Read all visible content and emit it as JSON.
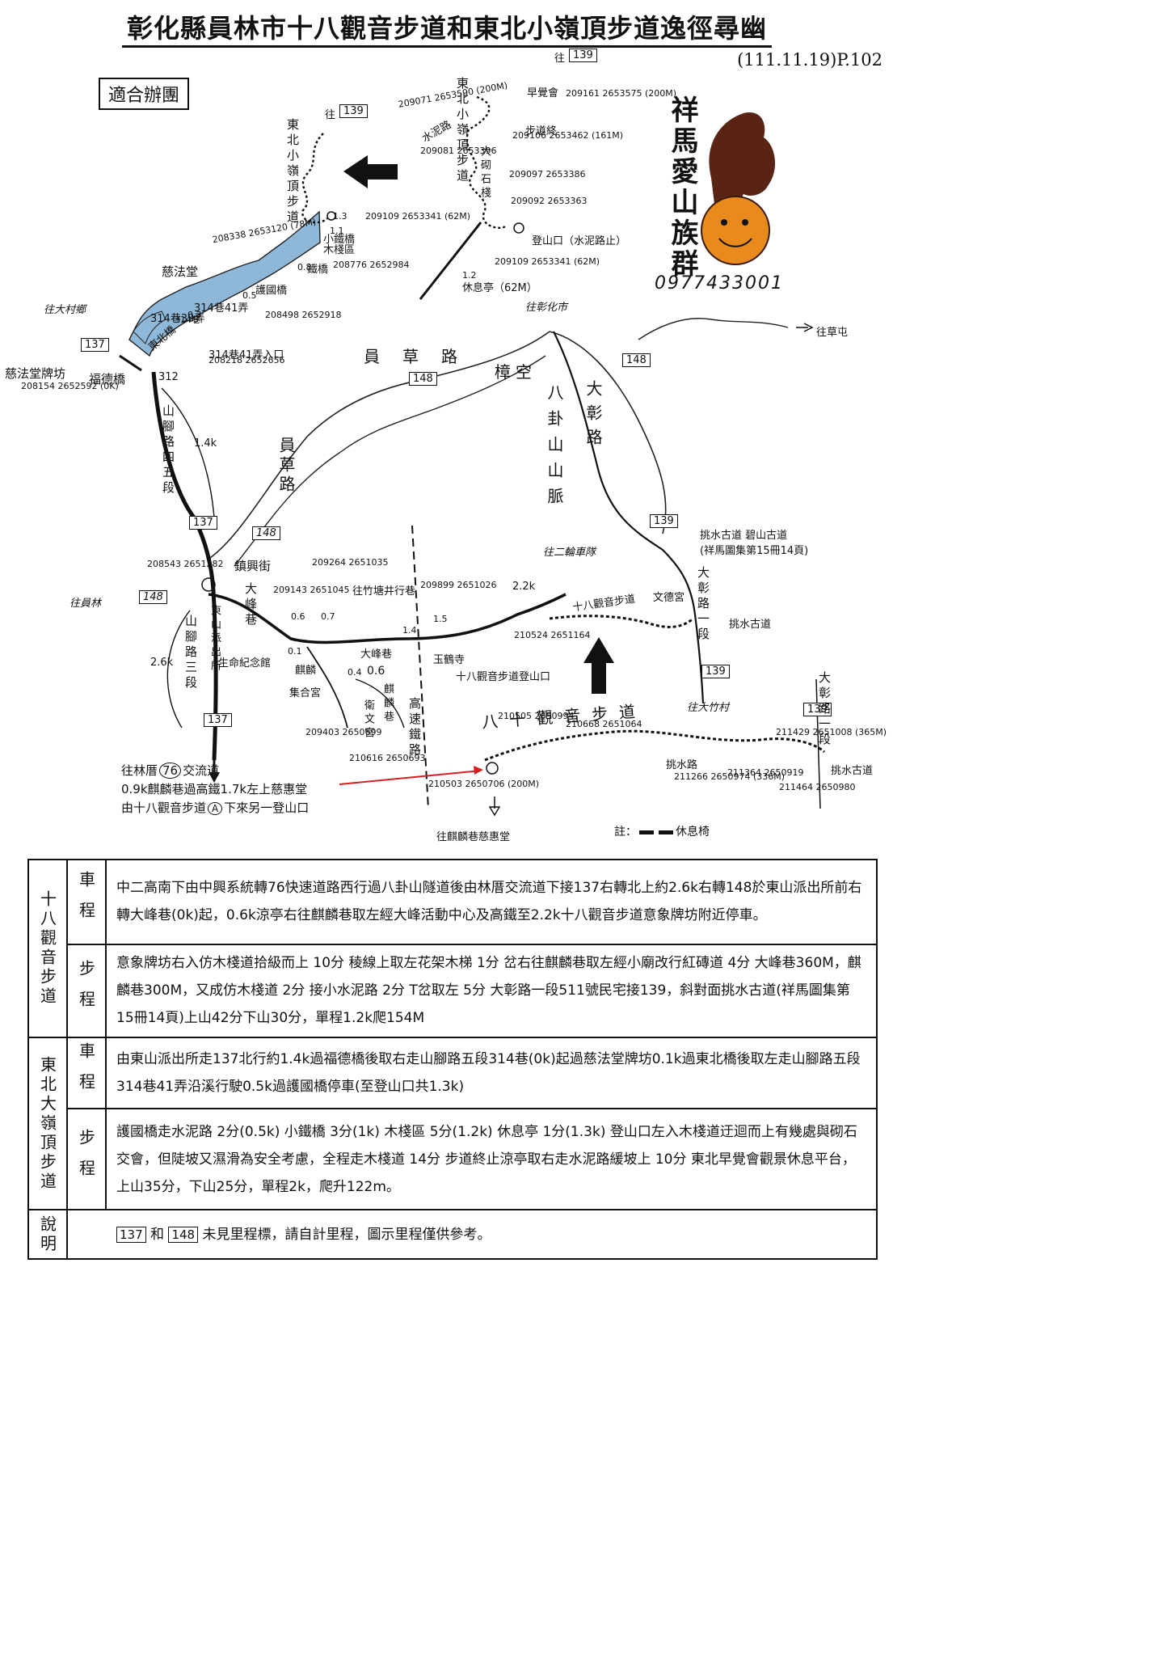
{
  "title": "彰化縣員林市十八觀音步道和東北小嶺頂步道逸徑尋幽",
  "date_page": "(111.11.19)P.102",
  "suitable_tag": "適合辦團",
  "logo": {
    "text": "祥馬愛山族群",
    "phone": "0977433001"
  },
  "roads": {
    "r137": "137",
    "r139": "139",
    "r148": "148",
    "r76": "76"
  },
  "labels": {
    "to_139_a": "往",
    "to_139_b": "往",
    "dongbei_trail_v": "東北小嶺頂步道",
    "dongbei_trail_v2": "東北小嶺頂步道",
    "ciFa": "慈法堂",
    "ciFa_arch": "慈法堂牌坊",
    "fude_bridge": "福德橋",
    "huguo_bridge": "護國橋",
    "dongbei_bridge": "東北橋",
    "to_dacun": "往大村鄉",
    "to_yuanlin": "往員林",
    "to_changhua": "往彰化市",
    "to_caotun": "往草屯",
    "to_dazhu": "往大竹村",
    "to_erlun": "往二輪車隊",
    "to_qilin": "往麒麟巷慈惠堂",
    "yuancao_rd": "員　草　路",
    "yuancao_rd2": "員草路",
    "zhangkong": "樟空",
    "bagua_mtn": "八卦山山脈",
    "dazhang_rd": "大彰路",
    "dazhang_rd1": "大彰路一段",
    "dazhang_rd2": "大彰路一段",
    "shanjiao_5": "山腳路四五段",
    "shanjiao_3": "山腳路三段",
    "zhen_xing": "鎮興街",
    "dong_police": "東山派出所",
    "da_feng": "大峰巷",
    "dafeng_lane": "大峰巷",
    "life_hall": "生命紀念館",
    "jihe_temple": "集合宮",
    "qilin": "麒麟",
    "qilin_lane": "麒麟巷",
    "weiwen": "衛文宮",
    "hsr": "高速鐵路",
    "yuhe_temple": "玉鶴寺",
    "wende_temple": "文德宮",
    "tiaoshui": "挑水古道",
    "tiaoshui2": "挑水古道",
    "tiaoshui_bishan": "挑水古道 碧山古道",
    "xiangma_ref": "(祥馬圖集第15冊14頁)",
    "eighteen_trail": "十八觀音步道",
    "eighteen_trail_big": "八十觀音步道",
    "trailhead_18": "十八觀音步道登山口",
    "trailhead_water": "登山口（水泥路止）",
    "rest_pavilion": "休息亭（62M）",
    "zaojue_hui": "早覺會",
    "trail_end": "步道終",
    "cement_road": "水泥路",
    "big_stone": "大砌石棧",
    "small_iron": "小鐵橋",
    "wood_area": "木棧區",
    "iron_bridge": "鐵橋",
    "pickup": "挑水路",
    "legend_note": "註：",
    "legend_rest": "休息椅",
    "km_1_4": "1.4k",
    "km_2_6": "2.6k",
    "km_2_2": "2.2k",
    "km_312": "312",
    "km_0_5": "0.5",
    "km_0_6": "0.6",
    "km_0_7": "0.7",
    "km_0_1": "0.1",
    "km_0_4": "0.4",
    "km_0_6b": "0.6",
    "km_1_4b": "1.4",
    "km_1_5": "1.5",
    "km_0_8": "0.8",
    "km_1_3": "1.3",
    "km_1_1": "1.1",
    "km_1_2": "1.2",
    "km_0_3": "0.3",
    "lane_314_39": "314巷39弄",
    "lane_314_41": "314巷41弄",
    "lane_314_in": "314巷41弄入口",
    "sv_314": "314巷",
    "xiangxin": "往竹塘井行巷",
    "r76_text1": "往林厝",
    "r76_text2": "交流道",
    "red_note_1": "0.9k麒麟巷過高鐵1.7k左上慈惠堂",
    "red_note_2a": "由十八觀音步道",
    "red_note_2b": "下來另一登山口",
    "circle_a": "A"
  },
  "coords": [
    "209071 2653590 (200M)",
    "209161 2653575 (200M)",
    "209106 2653462 (161M)",
    "209081 2653396",
    "209097 2653386",
    "209092 2653363",
    "209109 2653341 (62M)",
    "208338 2653120 (78M)",
    "209109 2653341 (62M)",
    "208776 2652984",
    "208498 2652918",
    "208218 2652656",
    "208154 2652592 (0K)",
    "208543 2651282",
    "209143 2651045",
    "209264 2651035",
    "209899 2651026",
    "210524 2651164",
    "210505 2650994",
    "210668 2651064",
    "209403 2650699",
    "210616 2650693",
    "210503 2650706 (200M)",
    "211429 2651008 (365M)",
    "211266 2650974 (336M)",
    "211364 2650919",
    "211464 2650980"
  ],
  "table": {
    "sec1_label": "十八觀音步道",
    "sec2_label": "東北大嶺頂步道",
    "note_label": "說明",
    "car_label": "車程",
    "walk_label": "步程",
    "sec1_car": "中二高南下由中興系統轉76快速道路西行過八卦山隧道後由林厝交流道下接137右轉北上約2.6k右轉148於東山派出所前右轉大峰巷(0k)起，0.6k涼亭右往麒麟巷取左經大峰活動中心及高鐵至2.2k十八觀音步道意象牌坊附近停車。",
    "sec1_walk": "意象牌坊右入仿木棧道拾級而上 10分 稜線上取左花架木梯 1分 岔右往麒麟巷取左經小廟改行紅磚道 4分 大峰巷360M，麒麟巷300M，又成仿木棧道 2分 接小水泥路 2分 T岔取左 5分 大彰路一段511號民宅接139，斜對面挑水古道(祥馬圖集第15冊14頁)上山42分下山30分，單程1.2k爬154M",
    "sec2_car": "由東山派出所走137北行約1.4k過福德橋後取右走山腳路五段314巷(0k)起過慈法堂牌坊0.1k過東北橋後取左走山腳路五段314巷41弄沿溪行駛0.5k過護國橋停車(至登山口共1.3k)",
    "sec2_walk": "護國橋走水泥路 2分(0.5k) 小鐵橋 3分(1k) 木棧區 5分(1.2k) 休息亭 1分(1.3k) 登山口左入木棧道迂迴而上有幾處與砌石交會，但陡坡又濕滑為安全考慮，全程走木棧道 14分 步道終止涼亭取右走水泥路緩坡上 10分 東北早覺會觀景休息平台，上山35分，下山25分，單程2k，爬升122m。",
    "note_text": "未見里程標，請自計里程，圖示里程僅供參考。",
    "note_r137": "137",
    "note_and": "和",
    "note_r148": "148"
  },
  "colors": {
    "river": "#8fb8d8",
    "red_arrow": "#d42020",
    "logo_orange": "#e98a1c",
    "horse": "#5a2414"
  }
}
